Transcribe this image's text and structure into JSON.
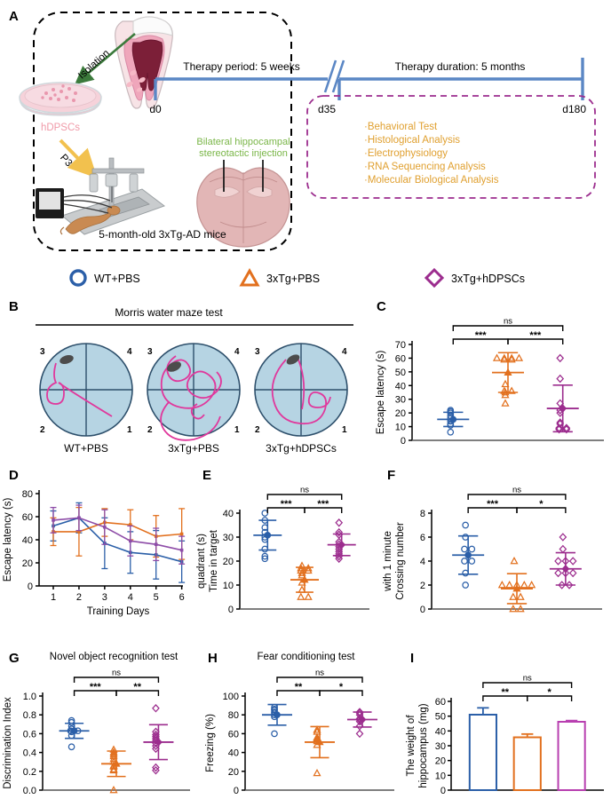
{
  "figure": {
    "panels": [
      "A",
      "B",
      "C",
      "D",
      "E",
      "F",
      "G",
      "H",
      "I"
    ]
  },
  "panelA": {
    "letter": "A",
    "labels": {
      "isolation": "Isolation",
      "hdpscs": "hDPSCs",
      "p3": "P3",
      "therapy_period": "Therapy period: 5 weeks",
      "therapy_duration": "Therapy duration: 5 months",
      "d0": "d0",
      "d35": "d35",
      "d180": "d180",
      "injection_line1": "Bilateral hippocampal",
      "injection_line2": "stereotactic injection",
      "mice": "5-month-old 3xTg-AD mice"
    },
    "analysis_list": [
      "·Behavioral Test",
      "·Histological Analysis",
      "·Electrophysiology",
      "·RNA Sequencing Analysis",
      "·Molecular Biological Analysis"
    ],
    "colors": {
      "timeline": "#5b87c5",
      "dashed_box": "#000000",
      "dashed_panel": "#9c2d8e",
      "analysis_text": "#e0a030",
      "hdpscs_text": "#f2a0a8",
      "injection_text": "#7ab648",
      "isolation_arrow": "#3b7a3b",
      "p3_arrow": "#f2c14e"
    }
  },
  "legend": {
    "items": [
      {
        "label": "WT+PBS",
        "marker": "circle",
        "color": "#2b5fa8"
      },
      {
        "label": "3xTg+PBS",
        "marker": "triangle",
        "color": "#e2701e"
      },
      {
        "label": "3xTg+hDPSCs",
        "marker": "diamond",
        "color": "#9c2d8e"
      }
    ]
  },
  "panelB": {
    "letter": "B",
    "title": "Morris water maze test",
    "quadrant_labels": [
      "3",
      "4",
      "2",
      "1"
    ],
    "maze_labels": [
      "WT+PBS",
      "3xTg+PBS",
      "3xTg+hDPSCs"
    ],
    "colors": {
      "water": "#b6d4e3",
      "track": "#e0389c",
      "rim": "#2d4f6b"
    }
  },
  "panelC": {
    "letter": "C",
    "chart_data": {
      "type": "scatter",
      "title": "",
      "xlabel": "",
      "ylabel": "Escape latency (s)",
      "ylim": [
        0,
        70
      ],
      "yticks": [
        0,
        10,
        20,
        30,
        40,
        50,
        60,
        70
      ],
      "groups": [
        "WT+PBS",
        "3xTg+PBS",
        "3xTg+hDPSCs"
      ],
      "series": [
        {
          "name": "WT+PBS",
          "color": "#2b5fa8",
          "marker": "circle",
          "values": [
            6,
            11,
            12,
            14,
            16,
            18,
            20,
            21,
            22
          ],
          "mean": 15.3,
          "sd": 5.2
        },
        {
          "name": "3xTg+PBS",
          "color": "#e2701e",
          "marker": "triangle",
          "values": [
            27,
            33,
            35,
            36,
            36,
            41,
            59,
            59,
            60,
            60,
            60,
            60
          ],
          "mean": 49.5,
          "sd": 14.5
        },
        {
          "name": "3xTg+hDPSCs",
          "color": "#9c2d8e",
          "marker": "diamond",
          "values": [
            8,
            8,
            9,
            9,
            12,
            13,
            20,
            22,
            27,
            45,
            60
          ],
          "mean": 23.3,
          "sd": 17.0
        }
      ],
      "annotations": [
        {
          "label": "***",
          "from": 0,
          "to": 1,
          "level": 1
        },
        {
          "label": "***",
          "from": 1,
          "to": 2,
          "level": 1
        },
        {
          "label": "ns",
          "from": 0,
          "to": 2,
          "level": 2
        }
      ]
    }
  },
  "panelD": {
    "letter": "D",
    "chart_data": {
      "type": "line",
      "title": "",
      "xlabel": "Training Days",
      "ylabel": "Escape latency (s)",
      "xticks": [
        1,
        2,
        3,
        4,
        5,
        6
      ],
      "ylim": [
        0,
        80
      ],
      "yticks": [
        0,
        20,
        40,
        60,
        80
      ],
      "x": [
        1,
        2,
        3,
        4,
        5,
        6
      ],
      "series": [
        {
          "name": "WT+PBS",
          "color": "#2b5fa8",
          "values": [
            52,
            59,
            37,
            29,
            27,
            21
          ],
          "errors": [
            13,
            13,
            22,
            18,
            21,
            18
          ]
        },
        {
          "name": "3xTg+PBS",
          "color": "#e2701e",
          "values": [
            47,
            47,
            55,
            53,
            43,
            45
          ],
          "errors": [
            12,
            21,
            12,
            13,
            18,
            22
          ]
        },
        {
          "name": "3xTg+hDPSCs",
          "color": "#8e4da8",
          "values": [
            57,
            59,
            51,
            39,
            36,
            31
          ],
          "errors": [
            11,
            11,
            15,
            13,
            14,
            12
          ]
        }
      ]
    }
  },
  "panelE": {
    "letter": "E",
    "chart_data": {
      "type": "scatter",
      "title": "",
      "xlabel": "",
      "ylabel": "Time in target quadrant (s)",
      "ylim": [
        0,
        40
      ],
      "yticks": [
        0,
        10,
        20,
        30,
        40
      ],
      "groups": [
        "WT+PBS",
        "3xTg+PBS",
        "3xTg+hDPSCs"
      ],
      "series": [
        {
          "name": "WT+PBS",
          "color": "#2b5fa8",
          "marker": "circle",
          "values": [
            21,
            22,
            25,
            29,
            30,
            32,
            34,
            37,
            40
          ],
          "mean": 30.8,
          "sd": 6.2
        },
        {
          "name": "3xTg+PBS",
          "color": "#e2701e",
          "marker": "triangle",
          "values": [
            5,
            5,
            8,
            11,
            14,
            15,
            16,
            16,
            17,
            17,
            18
          ],
          "mean": 12.2,
          "sd": 5.2
        },
        {
          "name": "3xTg+hDPSCs",
          "color": "#9c2d8e",
          "marker": "diamond",
          "values": [
            21,
            22,
            23,
            24,
            25,
            26,
            27,
            28,
            31,
            32,
            36
          ],
          "mean": 26.8,
          "sd": 4.5
        }
      ],
      "annotations": [
        {
          "label": "***",
          "from": 0,
          "to": 1,
          "level": 1
        },
        {
          "label": "***",
          "from": 1,
          "to": 2,
          "level": 1
        },
        {
          "label": "ns",
          "from": 0,
          "to": 2,
          "level": 2
        }
      ]
    }
  },
  "panelF": {
    "letter": "F",
    "chart_data": {
      "type": "scatter",
      "title": "",
      "xlabel": "",
      "ylabel": "Crossing number with 1 minute",
      "ylim": [
        0,
        8
      ],
      "yticks": [
        0,
        2,
        4,
        6,
        8
      ],
      "groups": [
        "WT+PBS",
        "3xTg+PBS",
        "3xTg+hDPSCs"
      ],
      "series": [
        {
          "name": "WT+PBS",
          "color": "#2b5fa8",
          "marker": "circle",
          "values": [
            2,
            3,
            4,
            4,
            5,
            5,
            6,
            7
          ],
          "mean": 4.5,
          "sd": 1.6
        },
        {
          "name": "3xTg+PBS",
          "color": "#e2701e",
          "marker": "triangle",
          "values": [
            0,
            0,
            1,
            1,
            2,
            2,
            2,
            2,
            2,
            4
          ],
          "mean": 1.7,
          "sd": 1.25
        },
        {
          "name": "3xTg+hDPSCs",
          "color": "#9c2d8e",
          "marker": "diamond",
          "values": [
            2,
            2,
            3,
            3,
            3,
            4,
            4,
            4,
            5,
            6
          ],
          "mean": 3.35,
          "sd": 1.35
        }
      ],
      "annotations": [
        {
          "label": "***",
          "from": 0,
          "to": 1,
          "level": 1
        },
        {
          "label": "*",
          "from": 1,
          "to": 2,
          "level": 1
        },
        {
          "label": "ns",
          "from": 0,
          "to": 2,
          "level": 2
        }
      ]
    }
  },
  "panelG": {
    "letter": "G",
    "chart_data": {
      "type": "scatter",
      "title": "Novel object recognition test",
      "xlabel": "",
      "ylabel": "Discrimination Index",
      "ylim": [
        0,
        1.0
      ],
      "yticks": [
        "0.0",
        "0.2",
        "0.4",
        "0.6",
        "0.8",
        "1.0"
      ],
      "groups": [
        "WT+PBS",
        "3xTg+PBS",
        "3xTg+hDPSCs"
      ],
      "series": [
        {
          "name": "WT+PBS",
          "color": "#2b5fa8",
          "marker": "circle",
          "values": [
            0.46,
            0.58,
            0.62,
            0.63,
            0.63,
            0.65,
            0.68,
            0.72,
            0.74
          ],
          "mean": 0.63,
          "sd": 0.08
        },
        {
          "name": "3xTg+PBS",
          "color": "#e2701e",
          "marker": "triangle",
          "values": [
            0.0,
            0.21,
            0.22,
            0.25,
            0.26,
            0.3,
            0.33,
            0.36,
            0.38,
            0.4,
            0.43
          ],
          "mean": 0.28,
          "sd": 0.135
        },
        {
          "name": "3xTg+hDPSCs",
          "color": "#9c2d8e",
          "marker": "diamond",
          "values": [
            0.21,
            0.24,
            0.44,
            0.47,
            0.5,
            0.53,
            0.55,
            0.57,
            0.59,
            0.62,
            0.87
          ],
          "mean": 0.51,
          "sd": 0.185
        }
      ],
      "annotations": [
        {
          "label": "***",
          "from": 0,
          "to": 1,
          "level": 1
        },
        {
          "label": "**",
          "from": 1,
          "to": 2,
          "level": 1
        },
        {
          "label": "ns",
          "from": 0,
          "to": 2,
          "level": 2
        }
      ]
    }
  },
  "panelH": {
    "letter": "H",
    "chart_data": {
      "type": "scatter",
      "title": "Fear conditioning test",
      "xlabel": "",
      "ylabel": "Freezing (%)",
      "ylim": [
        0,
        100
      ],
      "yticks": [
        0,
        20,
        40,
        60,
        80,
        100
      ],
      "groups": [
        "WT+PBS",
        "3xTg+PBS",
        "3xTg+hDPSCs"
      ],
      "series": [
        {
          "name": "WT+PBS",
          "color": "#2b5fa8",
          "marker": "circle",
          "values": [
            60,
            78,
            80,
            82,
            83,
            85,
            86,
            88
          ],
          "mean": 80,
          "sd": 11
        },
        {
          "name": "3xTg+PBS",
          "color": "#e2701e",
          "marker": "triangle",
          "values": [
            18,
            48,
            52,
            54,
            55,
            56,
            62,
            64
          ],
          "mean": 51,
          "sd": 16.5
        },
        {
          "name": "3xTg+hDPSCs",
          "color": "#9c2d8e",
          "marker": "diamond",
          "values": [
            60,
            68,
            73,
            75,
            76,
            80,
            82,
            83
          ],
          "mean": 75,
          "sd": 8
        }
      ],
      "annotations": [
        {
          "label": "**",
          "from": 0,
          "to": 1,
          "level": 1
        },
        {
          "label": "*",
          "from": 1,
          "to": 2,
          "level": 1
        },
        {
          "label": "ns",
          "from": 0,
          "to": 2,
          "level": 2
        }
      ]
    }
  },
  "panelI": {
    "letter": "I",
    "chart_data": {
      "type": "bar",
      "title": "",
      "xlabel": "",
      "ylabel": "The weight of hippocampus (mg)",
      "ylim": [
        0,
        60
      ],
      "yticks": [
        0,
        10,
        20,
        30,
        40,
        50,
        60
      ],
      "categories": [
        "WT+PBS",
        "3xTg+PBS",
        "3xTg+hDPSCs"
      ],
      "values": [
        51,
        35.7,
        46.2
      ],
      "errors": [
        4.6,
        2.2,
        0.8
      ],
      "colors": [
        "#2b5fa8",
        "#e2701e",
        "#b83fb0"
      ],
      "annotations": [
        {
          "label": "**",
          "from": 0,
          "to": 1,
          "level": 1
        },
        {
          "label": "*",
          "from": 1,
          "to": 2,
          "level": 1
        },
        {
          "label": "ns",
          "from": 0,
          "to": 2,
          "level": 2
        }
      ]
    }
  }
}
